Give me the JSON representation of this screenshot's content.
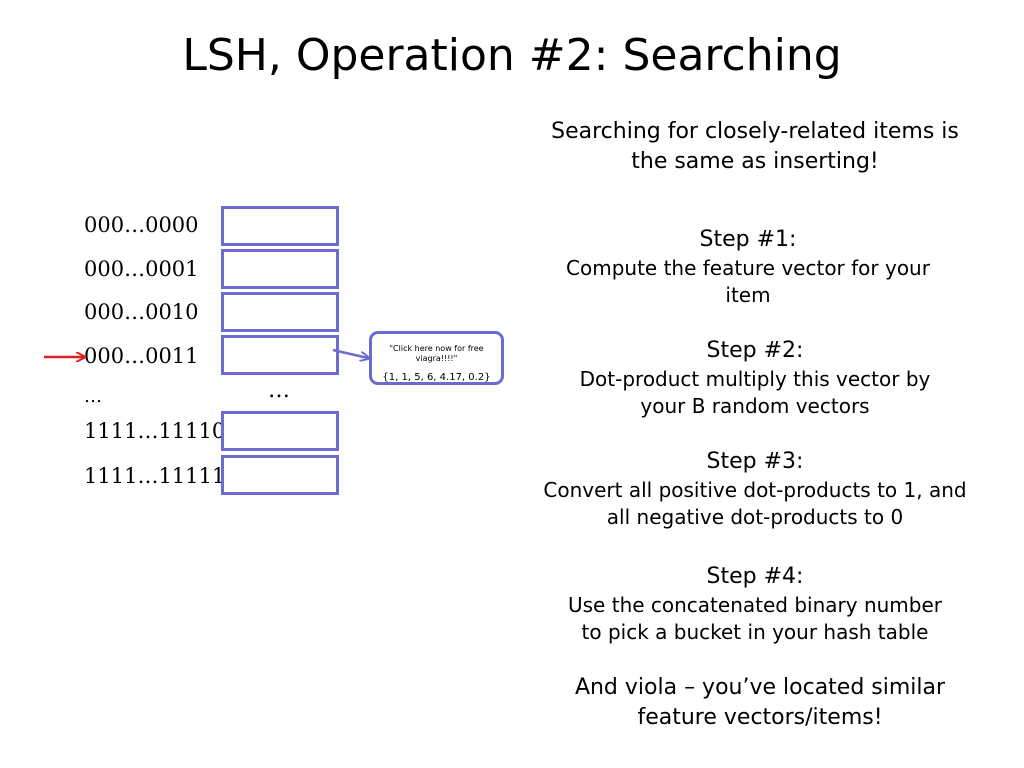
{
  "slide": {
    "title": "LSH, Operation #2: Searching",
    "intro": "Searching for closely-related items is the same as inserting!",
    "steps": [
      {
        "label": "Step #1:",
        "body": "Compute the feature vector for your item"
      },
      {
        "label": "Step #2:",
        "body": "Dot-product multiply this vector by your B random vectors"
      },
      {
        "label": "Step #3:",
        "body": "Convert all positive dot-products to 1, and all negative dot-products to 0"
      },
      {
        "label": "Step #4:",
        "body": "Use the concatenated binary number to pick a bucket in your hash table"
      }
    ],
    "conclusion": "And viola – you’ve located similar feature vectors/items!"
  },
  "hash_table": {
    "keys": [
      "000…0000",
      "000…0001",
      "000…0010",
      "000…0011",
      "1111…11110",
      "1111…11111"
    ],
    "ellipsis_key": "…",
    "ellipsis_bucket": "…",
    "selected_key": "000…0011",
    "item": {
      "text": "\"Click here now for free viagra!!!!\"",
      "vector": "{1, 1, 5, 6, 4.17, 0.2}"
    }
  },
  "colors": {
    "bucket_border": "#6b6bd1",
    "pointer_arrow": "#e02020",
    "link_arrow": "#6b6bd1"
  }
}
